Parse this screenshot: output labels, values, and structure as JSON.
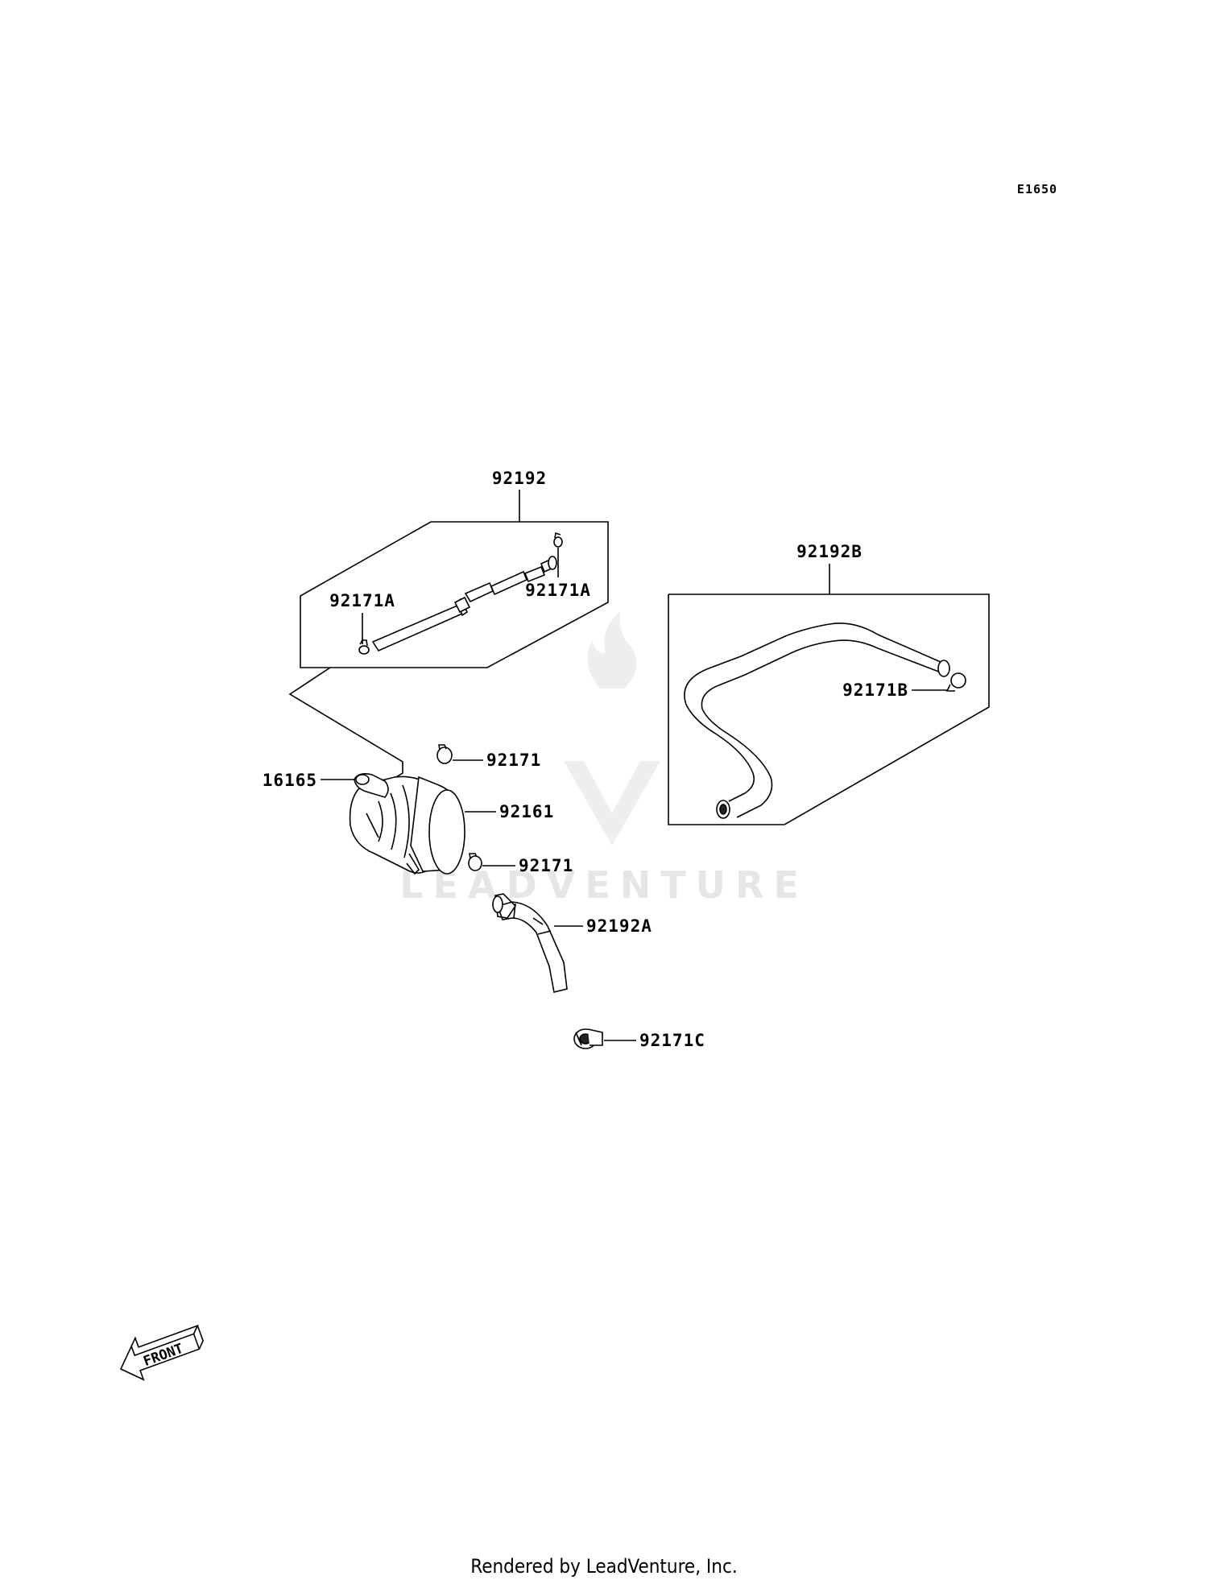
{
  "diagram_code": "E1650",
  "watermark": "LEADVENTURE",
  "footer": "Rendered by LeadVenture, Inc.",
  "front_marker": "FRONT",
  "labels": {
    "p92192": "92192",
    "p92171A_left": "92171A",
    "p92171A_right": "92171A",
    "p92192B": "92192B",
    "p92171B": "92171B",
    "p92171_top": "92171",
    "p16165": "16165",
    "p92161": "92161",
    "p92171_bottom": "92171",
    "p92192A": "92192A",
    "p92171C": "92171C"
  }
}
